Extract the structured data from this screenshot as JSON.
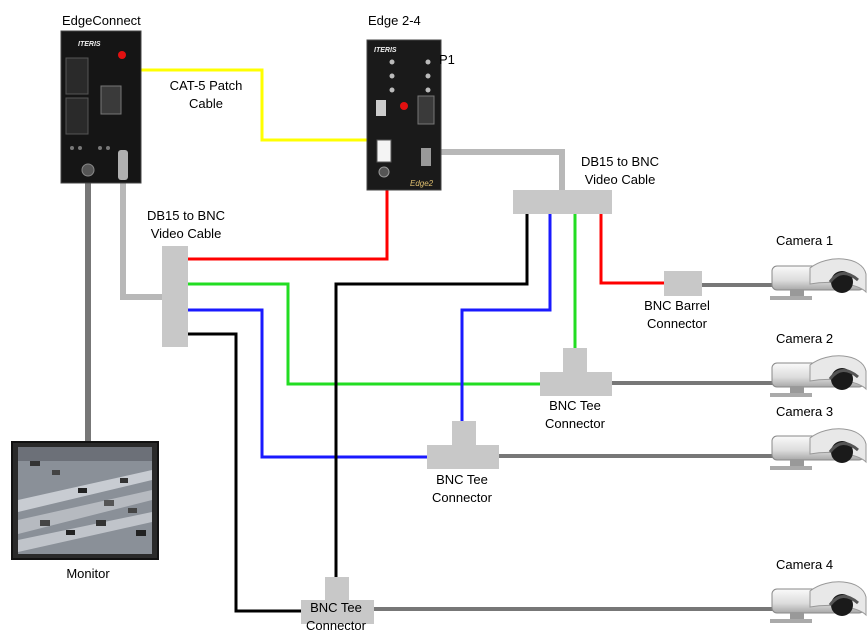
{
  "devices": {
    "edgeconnect": {
      "label": "EdgeConnect",
      "brand": "ITERIS"
    },
    "edge24": {
      "label": "Edge 2-4",
      "brand": "ITERIS",
      "port_label": "P1",
      "model_mark": "Edge2"
    },
    "monitor": {
      "label": "Monitor"
    }
  },
  "cables": {
    "cat5": {
      "line1": "CAT-5 Patch",
      "line2": "Cable"
    },
    "db15_left": {
      "line1": "DB15 to BNC",
      "line2": "Video Cable"
    },
    "db15_right": {
      "line1": "DB15 to BNC",
      "line2": "Video Cable"
    }
  },
  "connectors": {
    "barrel": {
      "line1": "BNC Barrel",
      "line2": "Connector"
    },
    "tee1": {
      "line1": "BNC Tee",
      "line2": "Connector"
    },
    "tee2": {
      "line1": "BNC Tee",
      "line2": "Connector"
    },
    "tee3": {
      "line1": "BNC Tee",
      "line2": "Connector"
    }
  },
  "cameras": [
    {
      "label": "Camera 1"
    },
    {
      "label": "Camera  2"
    },
    {
      "label": "Camera  3"
    },
    {
      "label": "Camera  4"
    }
  ],
  "colors": {
    "wire_red": "#ff0000",
    "wire_green": "#22dd22",
    "wire_blue": "#1a1aff",
    "wire_black": "#000000",
    "wire_yellow": "#ffff00",
    "cable_gray": "#777777",
    "cable_light": "#b8b8b8",
    "connector_gray": "#c8c8c8"
  }
}
